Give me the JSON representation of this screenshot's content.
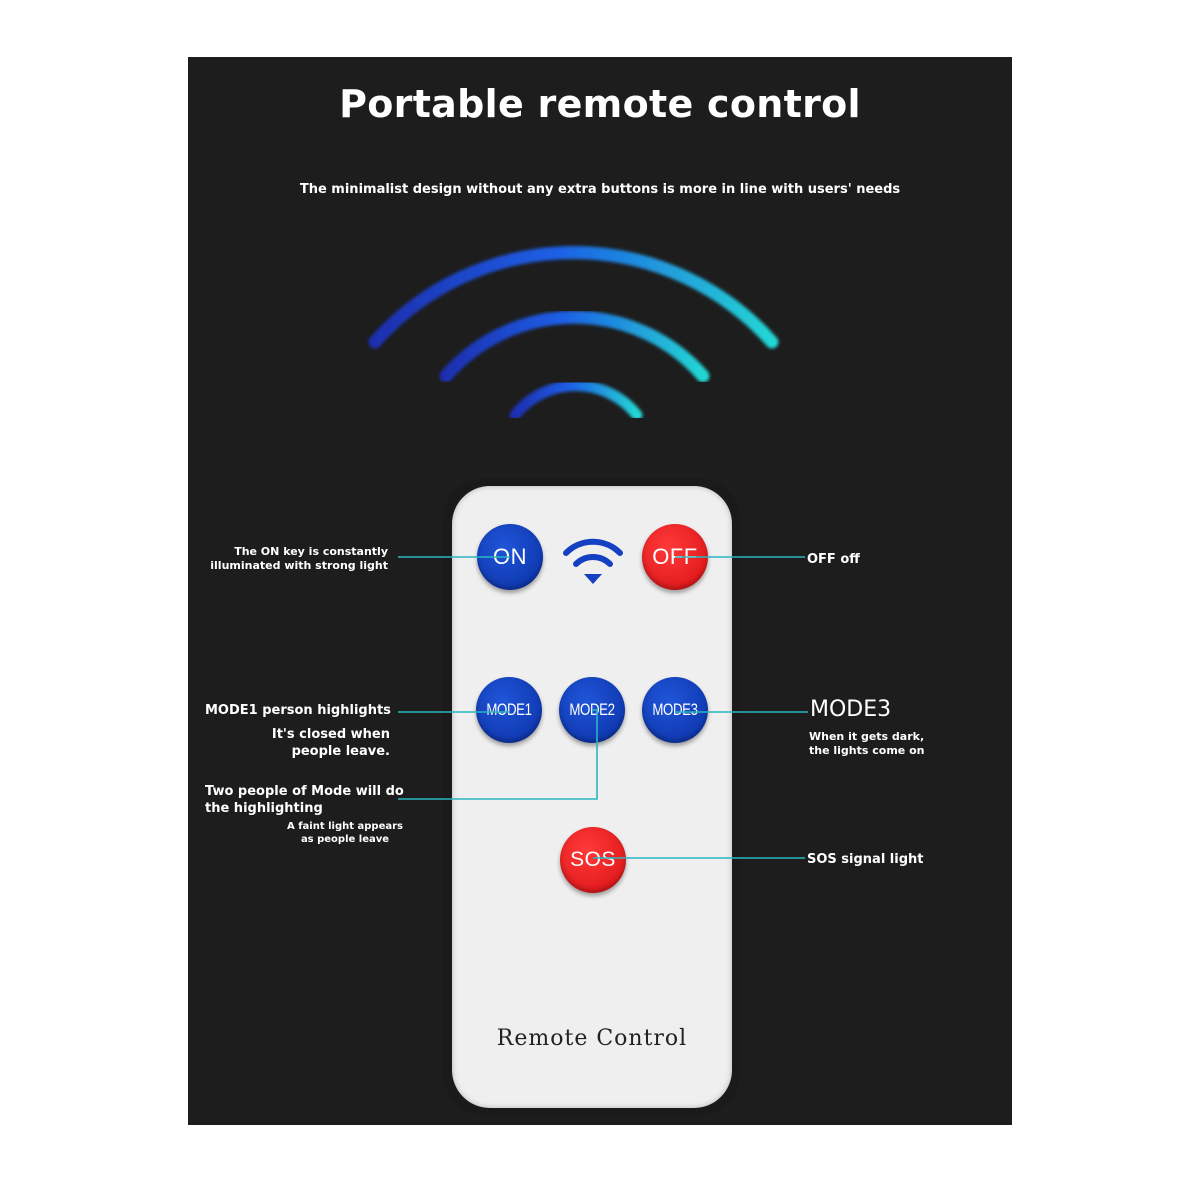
{
  "title": "Portable remote control",
  "subtitle": "The minimalist design without any extra buttons is more in line with users' needs",
  "colors": {
    "panel": "#1d1d1d",
    "leader_line": "#2ab6c0",
    "button_blue": "#1440c4",
    "button_red": "#e81c1c",
    "wave_blue": "#1e44d8",
    "wave_cyan": "#22d0d6"
  },
  "remote": {
    "label": "Remote Control",
    "signal_icon": "wifi-icon",
    "buttons": {
      "on": "ON",
      "off": "OFF",
      "mode1": "MODE1",
      "mode2": "MODE2",
      "mode3": "MODE3",
      "sos": "SOS"
    }
  },
  "annotations": {
    "on_line1": "The ON key is constantly",
    "on_line2": "illuminated with strong light",
    "off": "OFF off",
    "mode1_title": "MODE1 person highlights",
    "mode1_line1": "It's closed when",
    "mode1_line2": "people leave.",
    "mode2_line1": "Two people of Mode will do",
    "mode2_line2": "the highlighting",
    "mode2_sub1": "A faint light appears",
    "mode2_sub2": "as people leave",
    "mode3_title": "MODE3",
    "mode3_line1": "When it gets dark,",
    "mode3_line2": "the lights come on",
    "sos": "SOS signal light"
  }
}
